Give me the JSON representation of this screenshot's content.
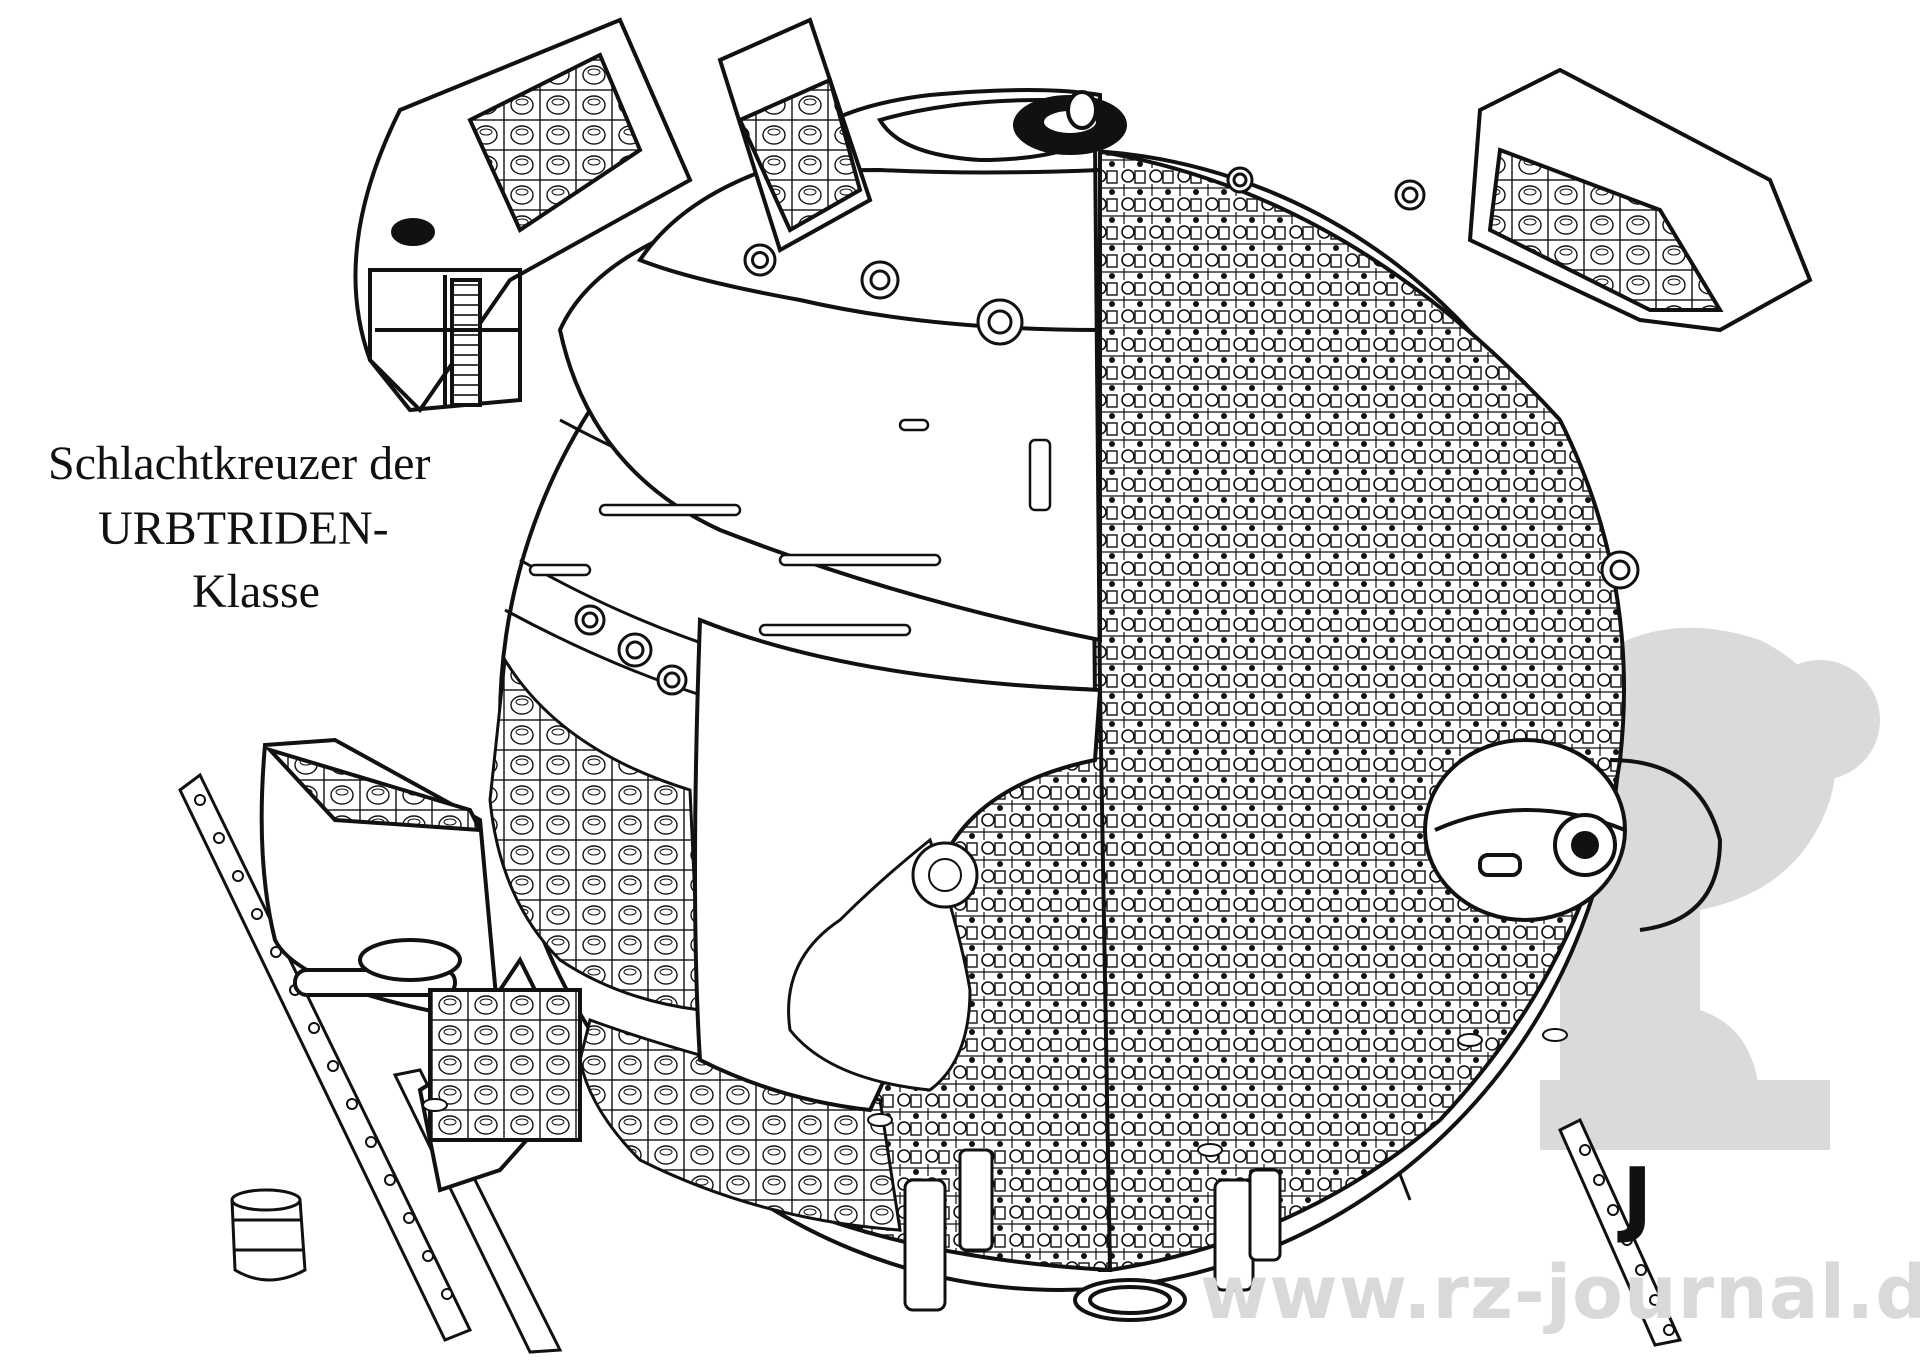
{
  "title": {
    "line1": "Schlachtkreuzer der",
    "line2": "URBTRIDEN-",
    "line3": "Klasse"
  },
  "mark": "J",
  "watermark": {
    "text": "www.rz-journal.de",
    "logo_color": "#d9d9d9"
  },
  "colors": {
    "ink": "#111111",
    "paper": "#ffffff"
  }
}
